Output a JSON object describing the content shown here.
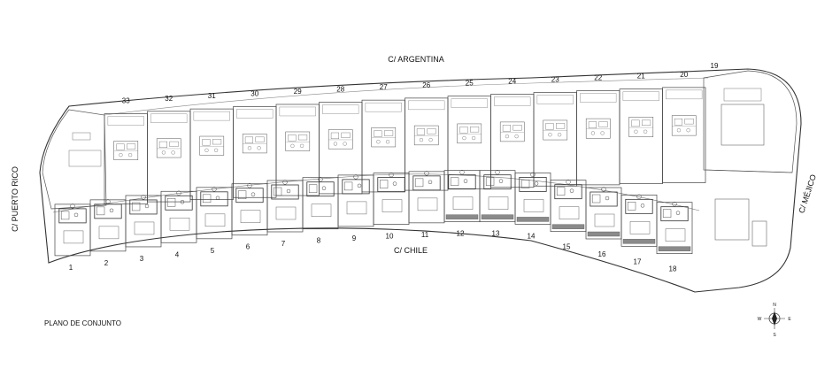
{
  "streets": {
    "north": "C/ ARGENTINA",
    "south": "C/ CHILE",
    "west": "C/ PUERTO RICO",
    "east": "C/ MÉJICO"
  },
  "plan_title": "PLANO DE CONJUNTO",
  "south_lots": [
    "1",
    "2",
    "3",
    "4",
    "5",
    "6",
    "7",
    "8",
    "9",
    "10",
    "11",
    "12",
    "13",
    "14",
    "15",
    "16",
    "17",
    "18"
  ],
  "north_lots": [
    "19",
    "20",
    "21",
    "22",
    "23",
    "24",
    "25",
    "26",
    "27",
    "28",
    "29",
    "30",
    "31",
    "32",
    "33"
  ],
  "compass": {
    "north": "N",
    "south": "S",
    "east": "E",
    "west": "W"
  },
  "colors": {
    "line": "#3a3a3a",
    "fill": "#ffffff",
    "dark": "#555555"
  }
}
